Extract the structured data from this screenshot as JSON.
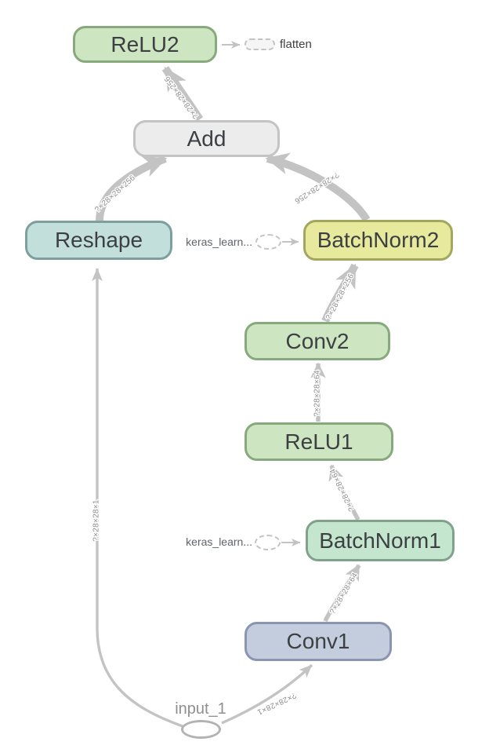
{
  "colors": {
    "edge": "#c3c3c3"
  },
  "nodes": {
    "relu2": {
      "label": "ReLU2",
      "fill": "#cde5c0",
      "border": "#87a97b"
    },
    "add": {
      "label": "Add",
      "fill": "#ececec",
      "border": "#c3c3c3"
    },
    "reshape": {
      "label": "Reshape",
      "fill": "#c3dfdc",
      "border": "#7d9f9d"
    },
    "batchnorm2": {
      "label": "BatchNorm2",
      "fill": "#e7ea9d",
      "border": "#a2a75f"
    },
    "conv2": {
      "label": "Conv2",
      "fill": "#cde5c0",
      "border": "#87a97b"
    },
    "relu1": {
      "label": "ReLU1",
      "fill": "#cde5c0",
      "border": "#87a97b"
    },
    "batchnorm1": {
      "label": "BatchNorm1",
      "fill": "#c5e6ce",
      "border": "#80a18c"
    },
    "conv1": {
      "label": "Conv1",
      "fill": "#c4cdde",
      "border": "#8b95af"
    }
  },
  "io": {
    "input_label": "input_1",
    "flatten_label": "flatten",
    "keras_learning_top": "keras_learn...",
    "keras_learning_bottom": "keras_learn..."
  },
  "edge_labels": {
    "add_to_relu2": "?×28×28×256",
    "reshape_to_add": "?×28×28×256",
    "batchnorm2_to_add": "?×28×28×256",
    "conv2_to_batchnorm2": "?×28×28×256",
    "relu1_to_conv2": "?×28×28×64",
    "batchnorm1_to_relu1": "?×28×28×64",
    "conv1_to_batchnorm1": "?×28×28×64",
    "input_to_conv1": "?×28×28×1",
    "input_to_reshape": "?×28×28×1"
  }
}
